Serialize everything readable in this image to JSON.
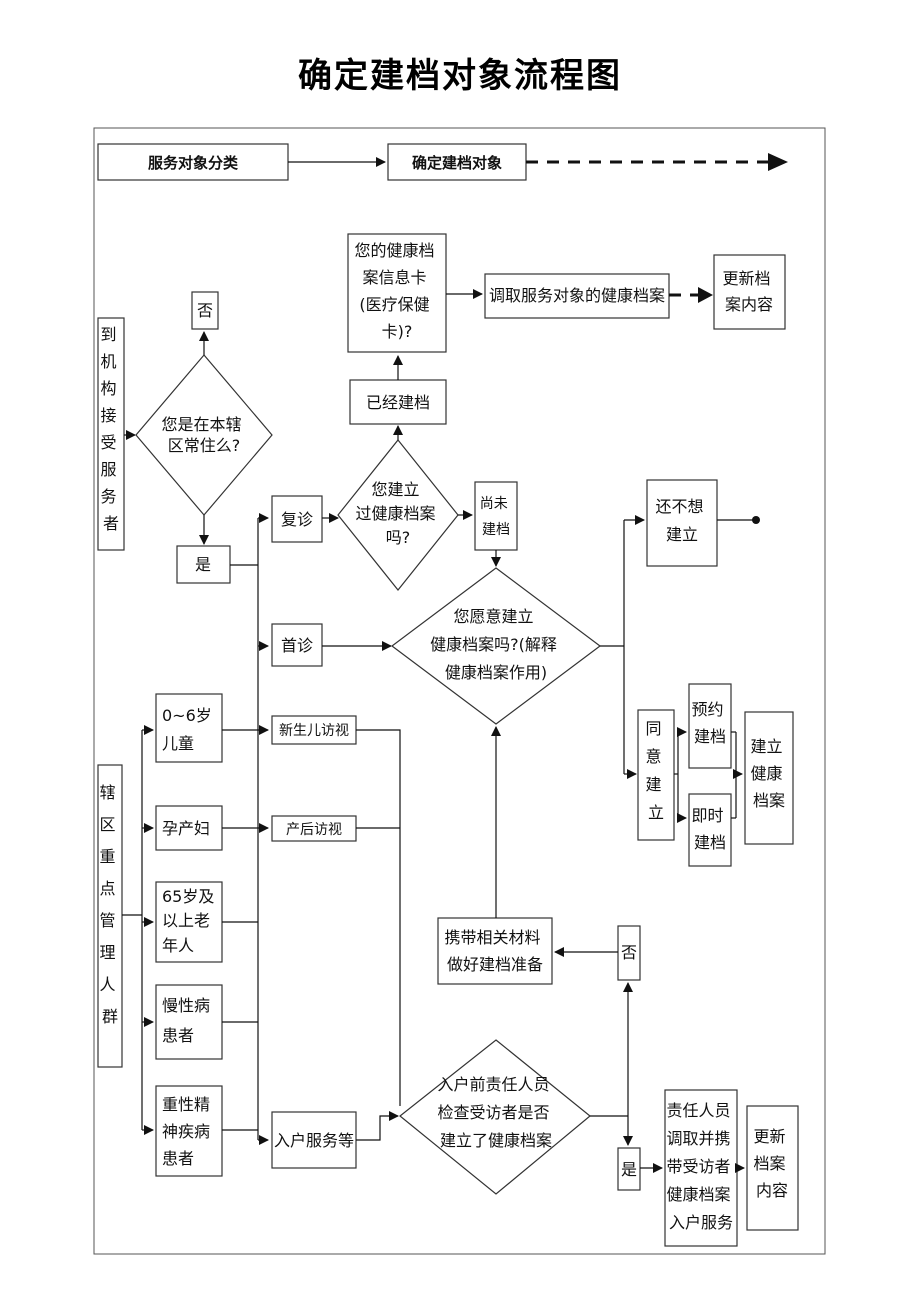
{
  "title": "确定建档对象流程图",
  "legend": {
    "category": "服务对象分类",
    "determine": "确定建档对象"
  },
  "left_groups": {
    "walk_in": [
      "到",
      "机",
      "构",
      "接",
      "受",
      "服",
      "务",
      "者"
    ],
    "key_groups": [
      "辖",
      "区",
      "重",
      "点",
      "管",
      "理",
      "人",
      "群"
    ]
  },
  "nodes": {
    "no_top": "否",
    "resident_q": [
      "您是在本辖",
      "区常住么?"
    ],
    "yes_left": "是",
    "revisit": "复诊",
    "first_visit": "首诊",
    "built_q": [
      "您建立",
      "过健康档案",
      "吗?"
    ],
    "already_built": "已经建档",
    "card_q": [
      "您的健康档",
      "案信息卡",
      "(医疗保健",
      "卡)?"
    ],
    "retrieve": "调取服务对象的健康档案",
    "update_top": [
      "更新档",
      "案内容"
    ],
    "not_built": [
      "尚未",
      "建档"
    ],
    "willing_q": [
      "您愿意建立",
      "健康档案吗?(解释",
      "健康档案作用)"
    ],
    "not_yet": [
      "还不想",
      "建立"
    ],
    "agree": [
      "同",
      "意",
      "建",
      "立"
    ],
    "appointment": [
      "预约",
      "建档"
    ],
    "immediate": [
      "即时",
      "建档"
    ],
    "build_record": [
      "建立",
      "健康",
      "档案"
    ],
    "children": [
      "0~6岁",
      "儿童"
    ],
    "pregnant": "孕产妇",
    "elderly": [
      "65岁及",
      "以上老",
      "年人"
    ],
    "chronic": [
      "慢性病",
      "患者"
    ],
    "mental": [
      "重性精",
      "神疾病",
      "患者"
    ],
    "newborn_visit": "新生儿访视",
    "postpartum_visit": "产后访视",
    "home_service": "入户服务等",
    "home_check_q": [
      "入户前责任人员",
      "检查受访者是否",
      "建立了健康档案"
    ],
    "no_bottom": "否",
    "bring_materials": [
      "携带相关材料",
      "做好建档准备"
    ],
    "yes_bottom": "是",
    "staff_retrieve": [
      "责任人员",
      "调取并携",
      "带受访者",
      "健康档案",
      "入户服务"
    ],
    "update_bottom": [
      "更新",
      "档案",
      "内容"
    ]
  }
}
